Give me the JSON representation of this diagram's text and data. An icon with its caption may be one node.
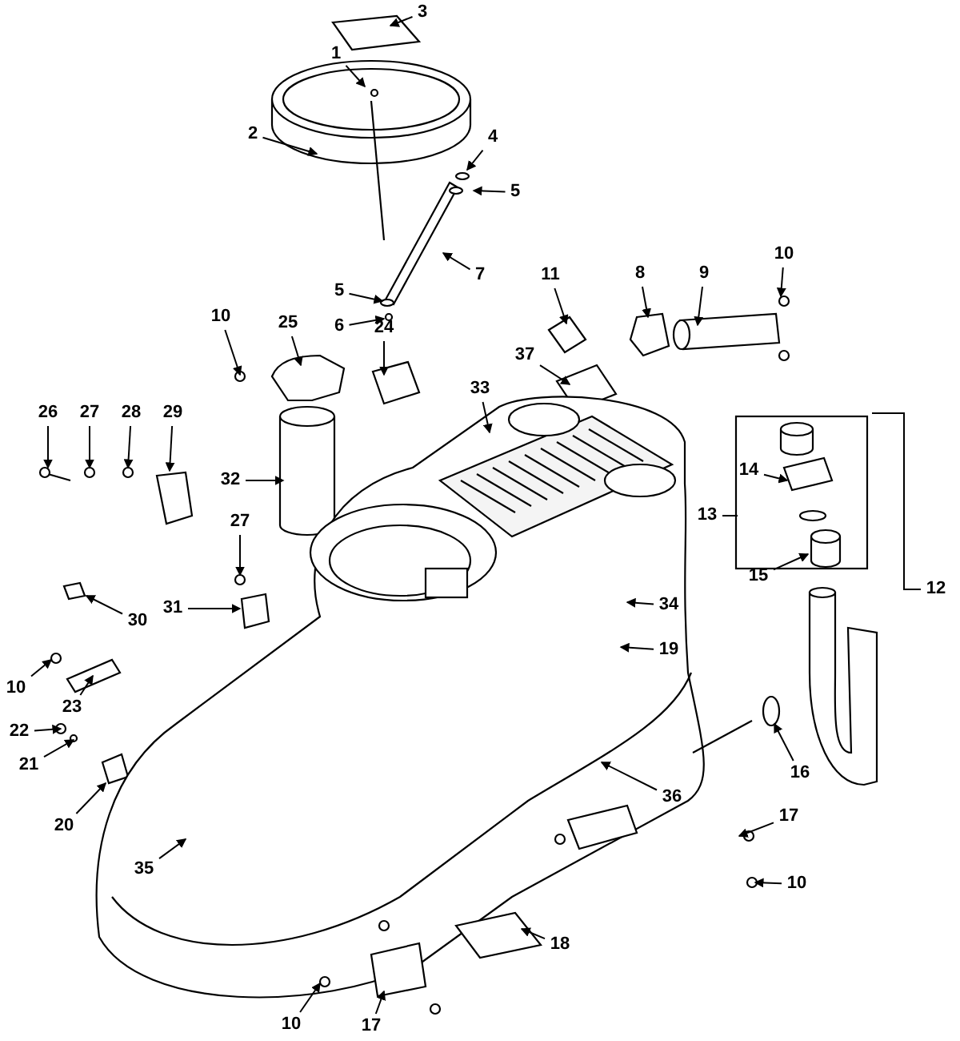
{
  "diagram": {
    "nodes": [
      {
        "text": [
          "3"
        ]
      },
      {
        "text": [
          "1"
        ]
      },
      {
        "text": [
          "2"
        ]
      },
      {
        "text": [
          "4"
        ]
      },
      {
        "text": [
          "5"
        ]
      },
      {
        "text": [
          "7"
        ]
      },
      {
        "text": [
          "5"
        ]
      },
      {
        "text": [
          "6"
        ]
      },
      {
        "text": [
          "10"
        ]
      },
      {
        "text": [
          "25"
        ]
      },
      {
        "text": [
          "24"
        ]
      },
      {
        "text": [
          "8"
        ]
      },
      {
        "text": [
          "9"
        ]
      },
      {
        "text": [
          "10"
        ]
      },
      {
        "text": [
          "11"
        ]
      },
      {
        "text": [
          "37"
        ]
      },
      {
        "text": [
          "33"
        ]
      },
      {
        "text": [
          "26"
        ]
      },
      {
        "text": [
          "27"
        ]
      },
      {
        "text": [
          "28"
        ]
      },
      {
        "text": [
          "29"
        ]
      },
      {
        "text": [
          "27"
        ]
      },
      {
        "text": [
          "31"
        ]
      },
      {
        "text": [
          "32"
        ]
      },
      {
        "text": [
          "30"
        ]
      },
      {
        "text": [
          "14"
        ]
      },
      {
        "text": [
          "13"
        ]
      },
      {
        "text": [
          "15"
        ]
      },
      {
        "text": [
          "12"
        ]
      },
      {
        "text": [
          "34"
        ]
      },
      {
        "text": [
          "19"
        ]
      },
      {
        "text": [
          "10"
        ]
      },
      {
        "text": [
          "23"
        ]
      },
      {
        "text": [
          "22"
        ]
      },
      {
        "text": [
          "21"
        ]
      },
      {
        "text": [
          "20"
        ]
      },
      {
        "text": [
          "16"
        ]
      },
      {
        "text": [
          "36"
        ]
      },
      {
        "text": [
          "17"
        ]
      },
      {
        "text": [
          "10"
        ]
      },
      {
        "text": [
          "35"
        ]
      },
      {
        "text": [
          "18"
        ]
      },
      {
        "text": [
          "10"
        ]
      },
      {
        "text": [
          "17"
        ]
      }
    ],
    "edges": [
      {
        "from": 0,
        "to": null,
        "arrow": "to"
      },
      {
        "from": 1,
        "to": null,
        "arrow": "to"
      },
      {
        "from": 2,
        "to": null,
        "arrow": "to"
      },
      {
        "from": 3,
        "to": null,
        "arrow": "to"
      },
      {
        "from": 4,
        "to": null,
        "arrow": "to"
      },
      {
        "from": 5,
        "to": null,
        "arrow": "to"
      },
      {
        "from": 6,
        "to": null,
        "arrow": "to"
      },
      {
        "from": 7,
        "to": null,
        "arrow": "to"
      },
      {
        "from": 8,
        "to": null,
        "arrow": "to"
      },
      {
        "from": 9,
        "to": null,
        "arrow": "to"
      },
      {
        "from": 10,
        "to": null,
        "arrow": "to"
      },
      {
        "from": 11,
        "to": null,
        "arrow": "to"
      },
      {
        "from": 12,
        "to": null,
        "arrow": "to"
      },
      {
        "from": 13,
        "to": null,
        "arrow": "to"
      },
      {
        "from": 14,
        "to": null,
        "arrow": "to"
      },
      {
        "from": 15,
        "to": null,
        "arrow": "to"
      },
      {
        "from": 16,
        "to": null,
        "arrow": "to"
      },
      {
        "from": 17,
        "to": null,
        "arrow": "to"
      },
      {
        "from": 18,
        "to": null,
        "arrow": "to"
      },
      {
        "from": 19,
        "to": null,
        "arrow": "to"
      },
      {
        "from": 20,
        "to": null,
        "arrow": "to"
      },
      {
        "from": 21,
        "to": null,
        "arrow": "to"
      },
      {
        "from": 22,
        "to": null,
        "arrow": "to"
      },
      {
        "from": 23,
        "to": null,
        "arrow": "to"
      },
      {
        "from": 24,
        "to": null,
        "arrow": "to"
      },
      {
        "from": 25,
        "to": null,
        "arrow": "to"
      },
      {
        "from": 26,
        "to": null,
        "arrow": "none"
      },
      {
        "from": 27,
        "to": null,
        "arrow": "to"
      },
      {
        "from": 28,
        "to": null,
        "arrow": "none"
      },
      {
        "from": 29,
        "to": null,
        "arrow": "to"
      },
      {
        "from": 30,
        "to": null,
        "arrow": "to"
      },
      {
        "from": 31,
        "to": null,
        "arrow": "to"
      },
      {
        "from": 32,
        "to": null,
        "arrow": "to"
      },
      {
        "from": 33,
        "to": null,
        "arrow": "to"
      },
      {
        "from": 34,
        "to": null,
        "arrow": "to"
      },
      {
        "from": 35,
        "to": null,
        "arrow": "to"
      },
      {
        "from": 36,
        "to": null,
        "arrow": "to"
      },
      {
        "from": 37,
        "to": null,
        "arrow": "to"
      },
      {
        "from": 38,
        "to": null,
        "arrow": "to"
      },
      {
        "from": 39,
        "to": null,
        "arrow": "to"
      },
      {
        "from": 40,
        "to": null,
        "arrow": "to"
      },
      {
        "from": 41,
        "to": null,
        "arrow": "to"
      },
      {
        "from": 42,
        "to": null,
        "arrow": "to"
      },
      {
        "from": 43,
        "to": null,
        "arrow": "to"
      }
    ]
  }
}
